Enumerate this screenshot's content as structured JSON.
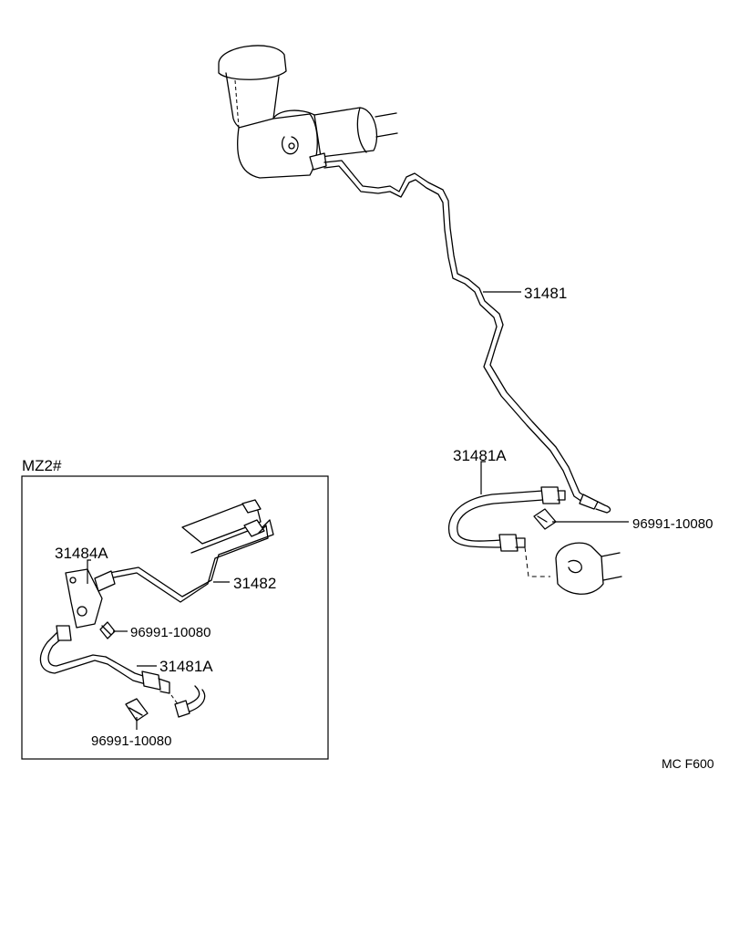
{
  "callouts": {
    "pipe_main": "31481",
    "hose_main": "31481A",
    "clip_main": "96991-10080",
    "inset_title": "MZ2#",
    "inset_bracket": "31484A",
    "inset_pipe": "31482",
    "inset_clip_upper": "96991-10080",
    "inset_hose": "31481A",
    "inset_clip_lower": "96991-10080"
  },
  "figure_code": "MC F600"
}
